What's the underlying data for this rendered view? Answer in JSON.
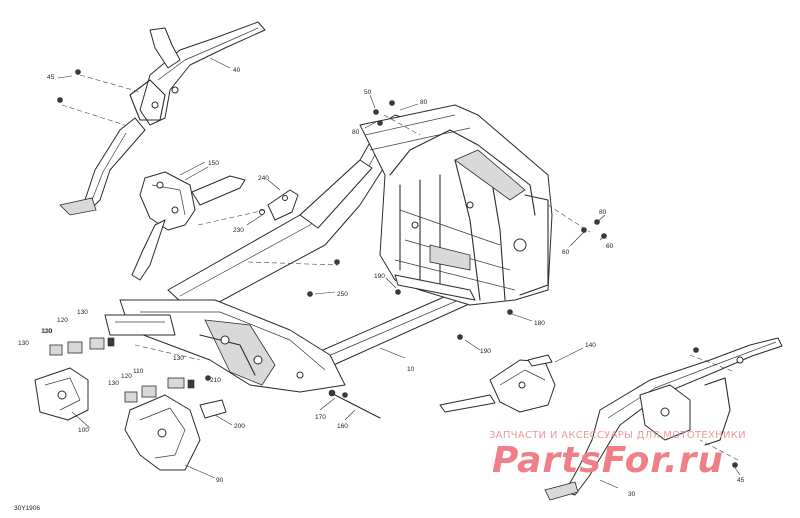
{
  "diagram_code": "30Y1906",
  "callouts": {
    "c10": "10",
    "c30": "30",
    "c40": "40",
    "c45a": "45",
    "c45b": "45",
    "c50": "50",
    "c60a": "60",
    "c60b": "60",
    "c80a": "80",
    "c80b": "80",
    "c80c": "80",
    "c90": "90",
    "c100": "100",
    "c110a": "110",
    "c110b": "110",
    "c120a": "120",
    "c120b": "120",
    "c130a": "130",
    "c130b": "130",
    "c130c": "130",
    "c130d": "130",
    "c140": "140",
    "c150": "150",
    "c160": "160",
    "c170": "170",
    "c180": "180",
    "c190": "190",
    "c200": "200",
    "c210": "210",
    "c230": "230",
    "c240": "240",
    "c250": "250"
  },
  "watermark": {
    "tagline": "ЗАПЧАСТИ И АКСЕССУАРЫ ДЛЯ МОТОТЕХНИКИ",
    "logo": "PartsFor.ru",
    "color": "#f08088"
  },
  "colors": {
    "line": "#2b2b2b",
    "background": "#ffffff"
  }
}
